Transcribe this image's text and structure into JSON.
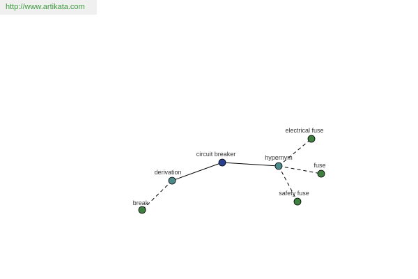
{
  "header": {
    "site_url": "http://www.artikata.com"
  },
  "graph": {
    "colors": {
      "center": "#2b3f8f",
      "relation": "#4f8a8a",
      "leaf": "#3f7f3f"
    },
    "nodes": [
      {
        "id": "circuit-breaker",
        "label": "circuit breaker",
        "kind": "center"
      },
      {
        "id": "derivation",
        "label": "derivation",
        "kind": "relation"
      },
      {
        "id": "hypernym",
        "label": "hypernym",
        "kind": "relation"
      },
      {
        "id": "break",
        "label": "break",
        "kind": "leaf"
      },
      {
        "id": "electrical-fuse",
        "label": "electrical fuse",
        "kind": "leaf"
      },
      {
        "id": "fuse",
        "label": "fuse",
        "kind": "leaf"
      },
      {
        "id": "safety-fuse",
        "label": "safety fuse",
        "kind": "leaf"
      }
    ],
    "edges": [
      {
        "from": "circuit-breaker",
        "to": "derivation",
        "style": "solid"
      },
      {
        "from": "circuit-breaker",
        "to": "hypernym",
        "style": "solid"
      },
      {
        "from": "derivation",
        "to": "break",
        "style": "dashed"
      },
      {
        "from": "hypernym",
        "to": "electrical-fuse",
        "style": "dashed"
      },
      {
        "from": "hypernym",
        "to": "fuse",
        "style": "dashed"
      },
      {
        "from": "hypernym",
        "to": "safety-fuse",
        "style": "dashed"
      }
    ]
  }
}
